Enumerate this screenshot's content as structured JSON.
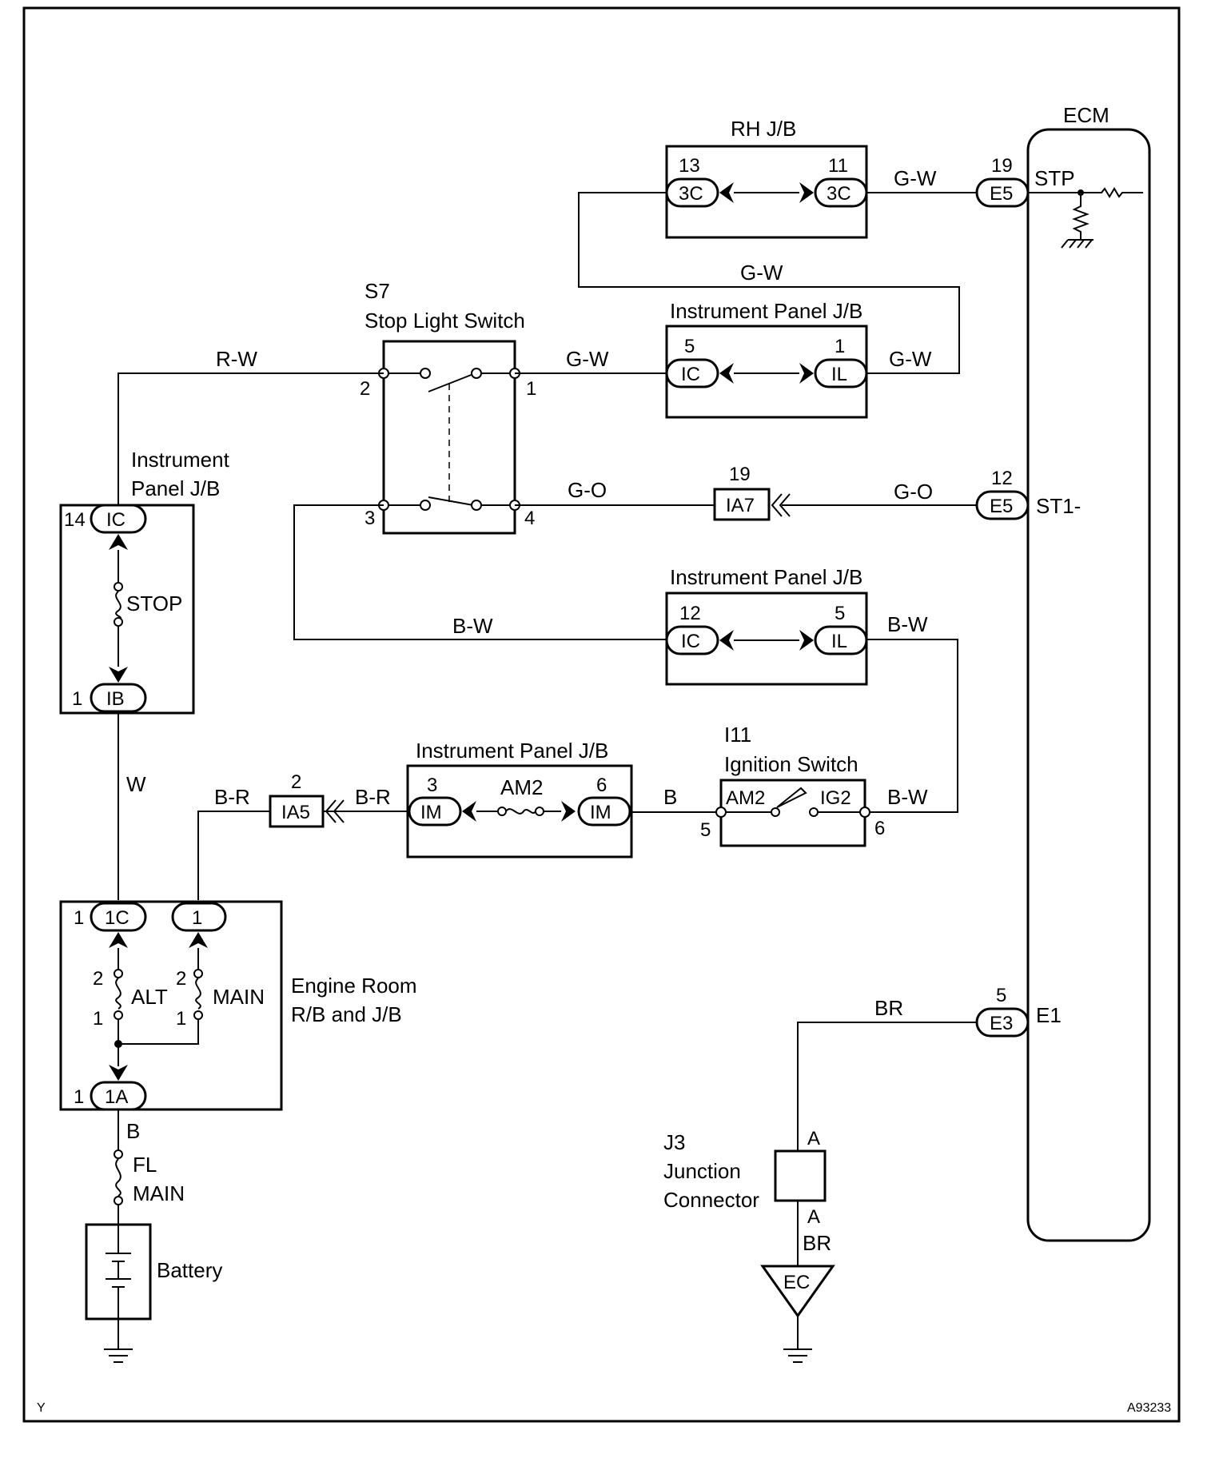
{
  "labels": {
    "ecm": "ECM",
    "ecm_stp": "STP",
    "ecm_st1": "ST1-",
    "ecm_e1": "E1",
    "rh_jb": "RH J/B",
    "ipjb": "Instrument Panel J/B",
    "ipjb_left_1": "Instrument",
    "ipjb_left_2": "Panel J/B",
    "s7_id": "S7",
    "s7_name": "Stop Light Switch",
    "i11_id": "I11",
    "i11_name": "Ignition Switch",
    "am2_switch": "AM2",
    "ig2_switch": "IG2",
    "engine_room_1": "Engine Room",
    "engine_room_2": "R/B and J/B",
    "j3_id": "J3",
    "j3_line1": "Junction",
    "j3_line2": "Connector",
    "battery": "Battery",
    "ground_ec": "EC",
    "footer_left": "Y",
    "footer_right": "A93233"
  },
  "fuses": {
    "stop": "STOP",
    "am2": "AM2",
    "alt": "ALT",
    "main": "MAIN",
    "fl": "FL",
    "fl_main": "MAIN"
  },
  "wires": {
    "g_w": "G-W",
    "g_o": "G-O",
    "r_w": "R-W",
    "b_w": "B-W",
    "b_r": "B-R",
    "b": "B",
    "w": "W",
    "br": "BR"
  },
  "connectors": {
    "c3c_l": {
      "code": "3C",
      "pin": "13"
    },
    "c3c_r": {
      "code": "3C",
      "pin": "11"
    },
    "e5_stp": {
      "code": "E5",
      "pin": "19"
    },
    "ic_1": {
      "code": "IC",
      "pin": "5"
    },
    "il_1": {
      "code": "IL",
      "pin": "1"
    },
    "ia7": {
      "code": "IA7",
      "pin": "19"
    },
    "e5_st1": {
      "code": "E5",
      "pin": "12"
    },
    "ic_2": {
      "code": "IC",
      "pin": "12"
    },
    "il_2": {
      "code": "IL",
      "pin": "5"
    },
    "ic_left": {
      "code": "IC",
      "pin": "14"
    },
    "ib_left": {
      "code": "IB",
      "pin": "1"
    },
    "im_l": {
      "code": "IM",
      "pin": "3"
    },
    "im_r": {
      "code": "IM",
      "pin": "6"
    },
    "ia5": {
      "code": "IA5",
      "pin": "2"
    },
    "c1c": {
      "code": "1C",
      "pin": "1"
    },
    "c1": {
      "code": "1",
      "pin": ""
    },
    "c1a": {
      "code": "1A",
      "pin": "1"
    },
    "e3": {
      "code": "E3",
      "pin": "5"
    }
  },
  "pins": {
    "s7_2": "2",
    "s7_1": "1",
    "s7_3": "3",
    "s7_4": "4",
    "i11_5": "5",
    "i11_6": "6",
    "alt_2": "2",
    "alt_1": "1",
    "main_2": "2",
    "main_1": "1",
    "j3_a_top": "A",
    "j3_a_bot": "A"
  }
}
